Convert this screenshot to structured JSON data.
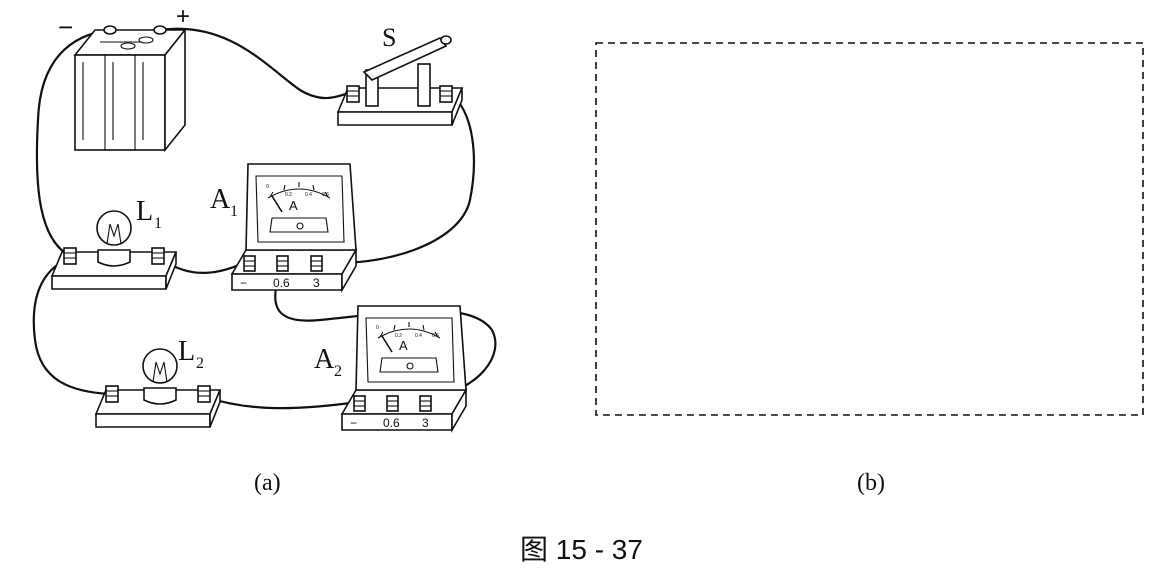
{
  "labels": {
    "battery_minus": "−",
    "battery_plus": "+",
    "switch": "S",
    "lamp1": "L",
    "lamp1_sub": "1",
    "lamp2": "L",
    "lamp2_sub": "2",
    "ammeter1": "A",
    "ammeter1_sub": "1",
    "ammeter2": "A",
    "ammeter2_sub": "2"
  },
  "ammeter": {
    "dial_unit": "A",
    "scale_ticks": [
      "0",
      "0.2",
      "0.4",
      "0.6"
    ],
    "terminal_minus": "−",
    "terminal_06": "0.6",
    "terminal_3": "3"
  },
  "captions": {
    "panel_a": "(a)",
    "panel_b": "(b)",
    "figure": "图 15 - 37"
  }
}
